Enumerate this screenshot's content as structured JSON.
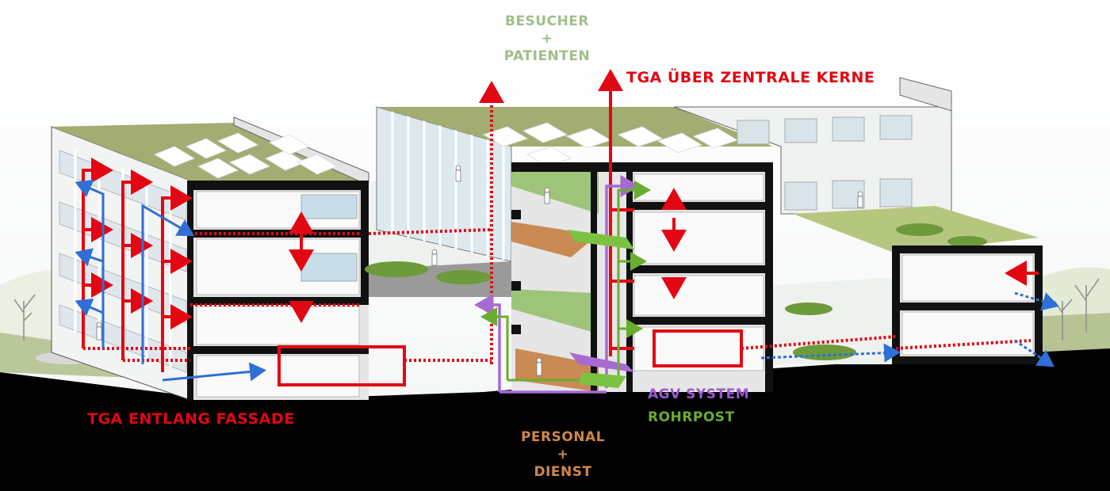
{
  "labels": {
    "visitors": {
      "line1": "BESUCHER",
      "line2": "+",
      "line3": "PATIENTEN",
      "color": "#9fbf8a"
    },
    "tga_cores": {
      "text": "TGA ÜBER ZENTRALE KERNE",
      "color": "#e30613"
    },
    "tga_facade": {
      "text": "TGA ENTLANG FASSADE",
      "color": "#e30613"
    },
    "agv": {
      "text": "AGV SYSTEM",
      "color": "#9b59d0"
    },
    "tube_post": {
      "text": "ROHRPOST",
      "color": "#6aad2e"
    },
    "staff": {
      "line1": "PERSONAL",
      "line2": "+",
      "line3": "DIENST",
      "color": "#d0874a"
    }
  },
  "colors": {
    "hvac_red": "#e30613",
    "hvac_blue": "#2f6fd6",
    "agv_purple": "#a66bd1",
    "tube_green": "#6aad2e",
    "green_roof": "#9aa66a",
    "ground": "#000000",
    "slab": "#111111",
    "wall": "#e9ebeb",
    "glass": "#c9dde8"
  },
  "icons": [
    "arrow-up-icon",
    "arrow-down-icon",
    "arrow-right-icon",
    "arrow-left-icon",
    "person-icon",
    "tree-icon",
    "solar-panel-icon"
  ]
}
